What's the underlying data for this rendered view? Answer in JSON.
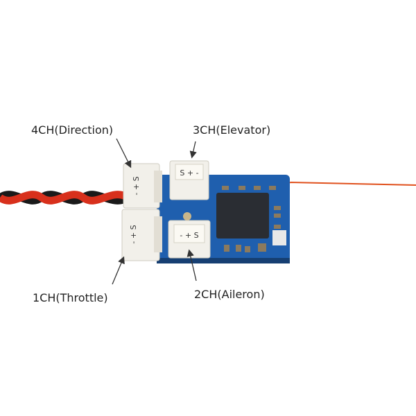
{
  "labels": {
    "ch4": "4CH(Direction)",
    "ch3": "3CH(Elevator)",
    "ch1": "1CH(Throttle)",
    "ch2": "2CH(Aileron)"
  },
  "pins": {
    "ch4": "- + S",
    "ch3": "S + -",
    "ch1": "- + S",
    "ch2": "- + S"
  },
  "colors": {
    "board": "#1f5fae",
    "chip": "#2a2d33",
    "connector": "#f2f0ea",
    "wire_red": "#d8301c",
    "wire_black": "#1a1a1a",
    "antenna": "#e0501c"
  }
}
